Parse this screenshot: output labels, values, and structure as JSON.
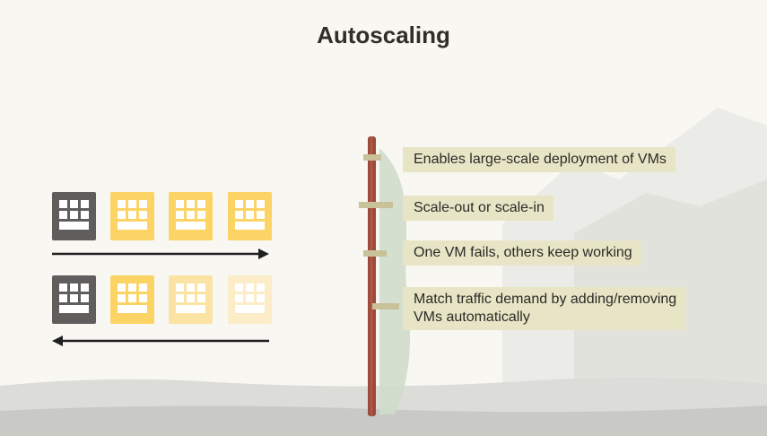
{
  "slide": {
    "title": "Autoscaling"
  },
  "vm_rows": [
    {
      "direction": "right",
      "icons": [
        "vm-dark",
        "vm-yellow",
        "vm-yellow",
        "vm-yellow"
      ]
    },
    {
      "direction": "left",
      "icons": [
        "vm-dark",
        "vm-yellow",
        "vm-yellow-light",
        "vm-yellow-lighter"
      ]
    }
  ],
  "colors": {
    "vm_dark": "#5f5e5c",
    "vm_yellow": "#fcd466",
    "vm_yellow_light": "#fbe3a3",
    "vm_yellow_lighter": "#fcecc7",
    "pole": "#9e4a3a",
    "tag": "#e8e5c6",
    "arrow": "#1f1f1f"
  },
  "features": {
    "item1": "Enables large-scale deployment of VMs",
    "item2": "Scale-out or scale-in",
    "item3": "One VM fails, others keep working",
    "item4_line1": "Match traffic demand by adding/removing",
    "item4_line2": "VMs automatically"
  }
}
